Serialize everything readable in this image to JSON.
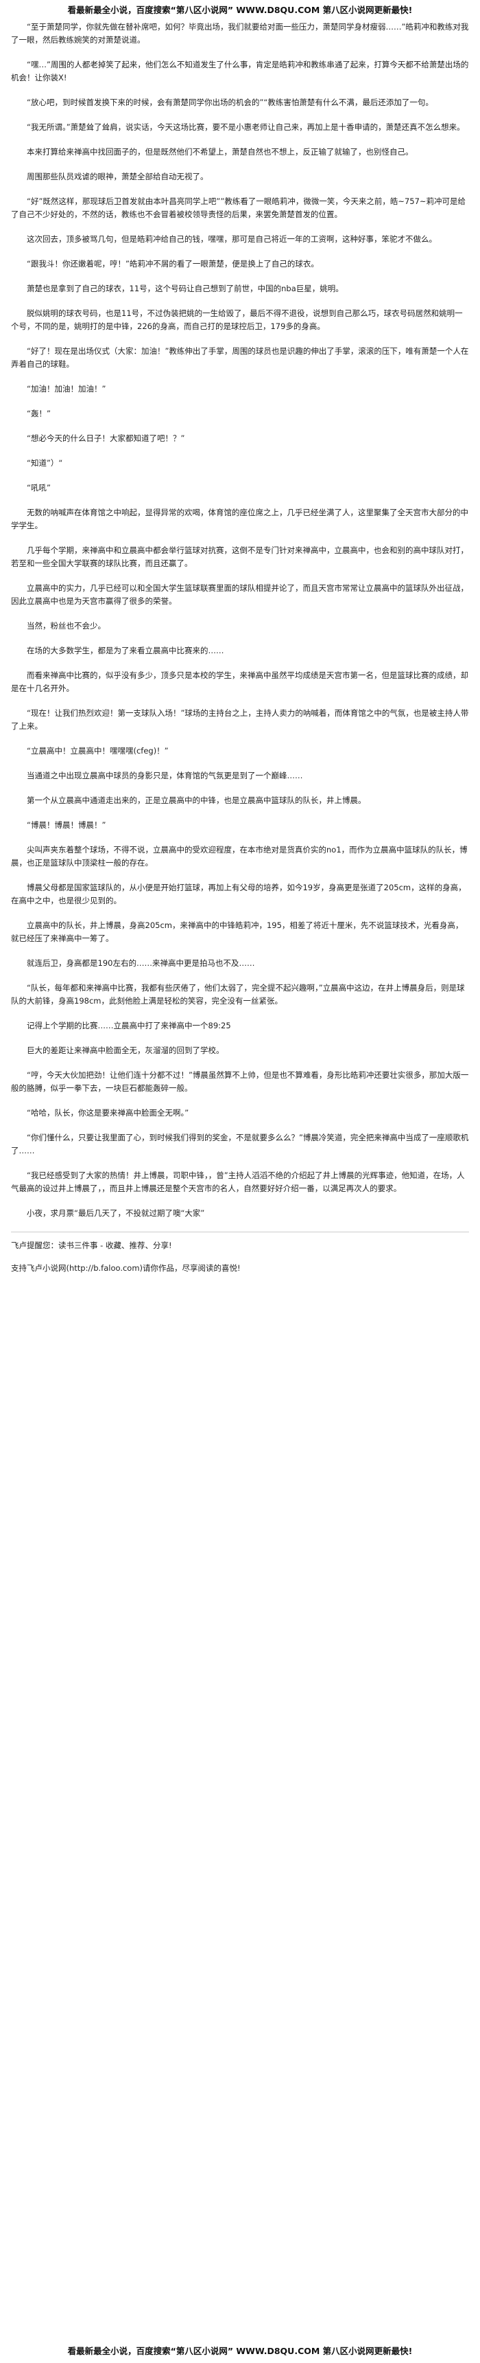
{
  "banner": {
    "top": "看最新最全小说，百度搜索“第八区小说网” WWW.D8QU.COM 第八区小说网更新最快!",
    "bottom": "看最新最全小说，百度搜索“第八区小说网” WWW.D8QU.COM 第八区小说网更新最快!"
  },
  "paragraphs": [
    "“至于萧楚同学，你就先做在替补席吧，如何？毕竟出场，我们就要给对面一些压力，萧楚同学身材瘦弱……”皓莉冲和教练对我了一眼，然后教练婉笑的对萧楚说道。",
    "“嘿…”周围的人都老掉笑了起来，他们怎么不知道发生了什么事，肯定是皓莉冲和教练串通了起来，打算今天都不给萧楚出场的机会！让你装X!",
    "“放心吧，到时候首发换下来的时候，会有萧楚同学你出场的机会的”“教练害怕萧楚有什么不满，最后还添加了一句。",
    "“我无所谓。”萧楚耸了耸肩，说实话，今天这场比赛，要不是小惠老师让自己来，再加上是十香申请的，萧楚还真不怎么想来。",
    "本来打算给来禅高中找回面子的，但是既然他们不希望上，萧楚自然也不想上，反正输了就输了，也别怪自己。",
    "周围那些队员戏谑的眼神，萧楚全部给自动无视了。",
    "“好”既然这样，那现球后卫首发就由本叶昌亮同学上吧””教练看了一眼皓莉冲，微微一笑，今天来之前，皓~757~莉冲可是给了自己不少好处的，不然的话，教练也不会冒着被校领导责怪的后果，来罢免萧楚首发的位置。",
    "这次回去，顶多被骂几句，但是皓莉冲给自己的钱，嘿嘿，那可是自己将近一年的工资啊，这种好事，笨驼才不做么。",
    "“跟我斗！你还嫩着呢，哼！”皓莉冲不屑的看了一眼萧楚，便是换上了自己的球衣。",
    "萧楚也是拿到了自己的球衣，11号，这个号码让自己想到了前世，中国的nba巨星，姚明。",
    "脱似姚明的球衣号码，也是11号，不过伪装把姚的一生给毁了，最后不得不退役，说想到自己那么巧，球衣号码居然和姚明一个号，不同的是，姚明打的是中锋，226的身高，而自己打的是球控后卫，179多的身高。",
    "“好了！现在是出场仪式（大家：加油！”教练伸出了手掌，周围的球员也是识趣的伸出了手掌，滚滚的压下，唯有萧楚一个人在弄着自己的球鞋。",
    "“加油！加油！加油！”",
    "“轰！”",
    "“想必今天的什么日子！大家都知道了吧！？”",
    "“知道”）“",
    "“吼吼”",
    "无数的呐喊声在体育馆之中响起，显得异常的欢喝，体育馆的座位席之上，几乎已经坐满了人，这里聚集了全天宫市大部分的中学学生。",
    "几乎每个学期，来禅高中和立晨高中都会举行篮球对抗赛，这倒不是专门针对来禅高中，立晨高中，也会和别的高中球队对打，若至和一些全国大学联赛的球队比赛，而且还赢了。",
    "立晨高中的实力，几乎已经可以和全国大学生篮球联赛里面的球队相提并论了，而且天宫市常常让立晨高中的篮球队外出征战，因此立晨高中也是为天宫市赢得了很多的荣誉。",
    "当然，粉丝也不会少。",
    "在场的大多数学生，都是为了来看立晨高中比赛来的……",
    "而看来禅高中比赛的，似乎没有多少，顶多只是本校的学生，来禅高中虽然平均成绩是天宫市第一名，但是篮球比赛的成绩，却是在十几名开外。",
    "“现在！让我们热烈欢迎！第一支球队入场！”球场的主持台之上，主持人卖力的呐喊着，而体育馆之中的气氛，也是被主持人带了上来。",
    "“立晨高中！立晨高中！嘿嘿嘿(cfeg)！”",
    "当通道之中出现立晨高中球员的身影只是，体育馆的气氛更是到了一个巅峰……",
    "第一个从立晨高中通道走出来的，正是立晨高中的中锋，也是立晨高中篮球队的队长，井上博晨。",
    "“博晨！博晨！博晨！”",
    "尖叫声夹东着整个球场，不得不说，立晨高中的受欢迎程度，在本市绝对是货真价实的no1，而作为立晨高中篮球队的队长，博晨，也正是篮球队中顶梁柱一般的存在。",
    "博晨父母都是国家篮球队的，从小便是开始打篮球，再加上有父母的培养，如今19岁，身高更是张道了205cm，这样的身高，在高中之中，也是很少见到的。",
    "立晨高中的队长，井上博晨，身高205cm，来禅高中的中锋皓莉冲，195，相差了将近十厘米，先不说篮球技术，光看身高，就已经压了来禅高中一筹了。",
    "就连后卫，身高都是190左右的……来禅高中更是拍马也不及……",
    "“队长，每年都和来禅高中比赛，我都有些厌倦了，他们太弱了，完全提不起兴趣啊，”立晨高中这边，在井上博晨身后，则是球队的大前锋，身高198cm，此刻他脸上满是轻松的笑容，完全没有一丝紧张。",
    "记得上个学期的比赛……立晨高中打了来禅高中一个89:25",
    "巨大的差距让来禅高中脸面全无，灰溜溜的回到了学校。",
    "“哼，今天大伙加把劲！让他们连十分都不过！”博晨虽然算不上帅，但是也不算难看，身形比皓莉冲还要壮实很多，那加大版一般的胳膊，似乎一拳下去，一块巨石都能轰碎一般。",
    "“哈哈，队长，你这是要来禅高中脸面全无啊。”",
    "“你们懂什么，只要让我里面了心，到时候我们得到的奖金，不是就要多么么？”博晨冷笑道，完全把来禅高中当成了一座顺歌机了……",
    "“我已经感受到了大家的热情！井上博晨，司职中锋，，曾”主持人滔滔不绝的介绍起了井上博晨的光辉事迹，他知道，在场，人气最高的设过井上博晨了，，而且井上博晨还是整个天宫市的名人，自然要好好介绍一番，以满足再次人的要求。",
    "小夜，求月票“最后几天了，不投就过期了噢“大家”"
  ],
  "footer": {
    "line1": "飞卢提醒您：读书三件事 - 收藏、推荐、分享!",
    "line2": "支持飞卢小说网(http://b.faloo.com)请你作品，尽享阅读的喜悦!"
  }
}
